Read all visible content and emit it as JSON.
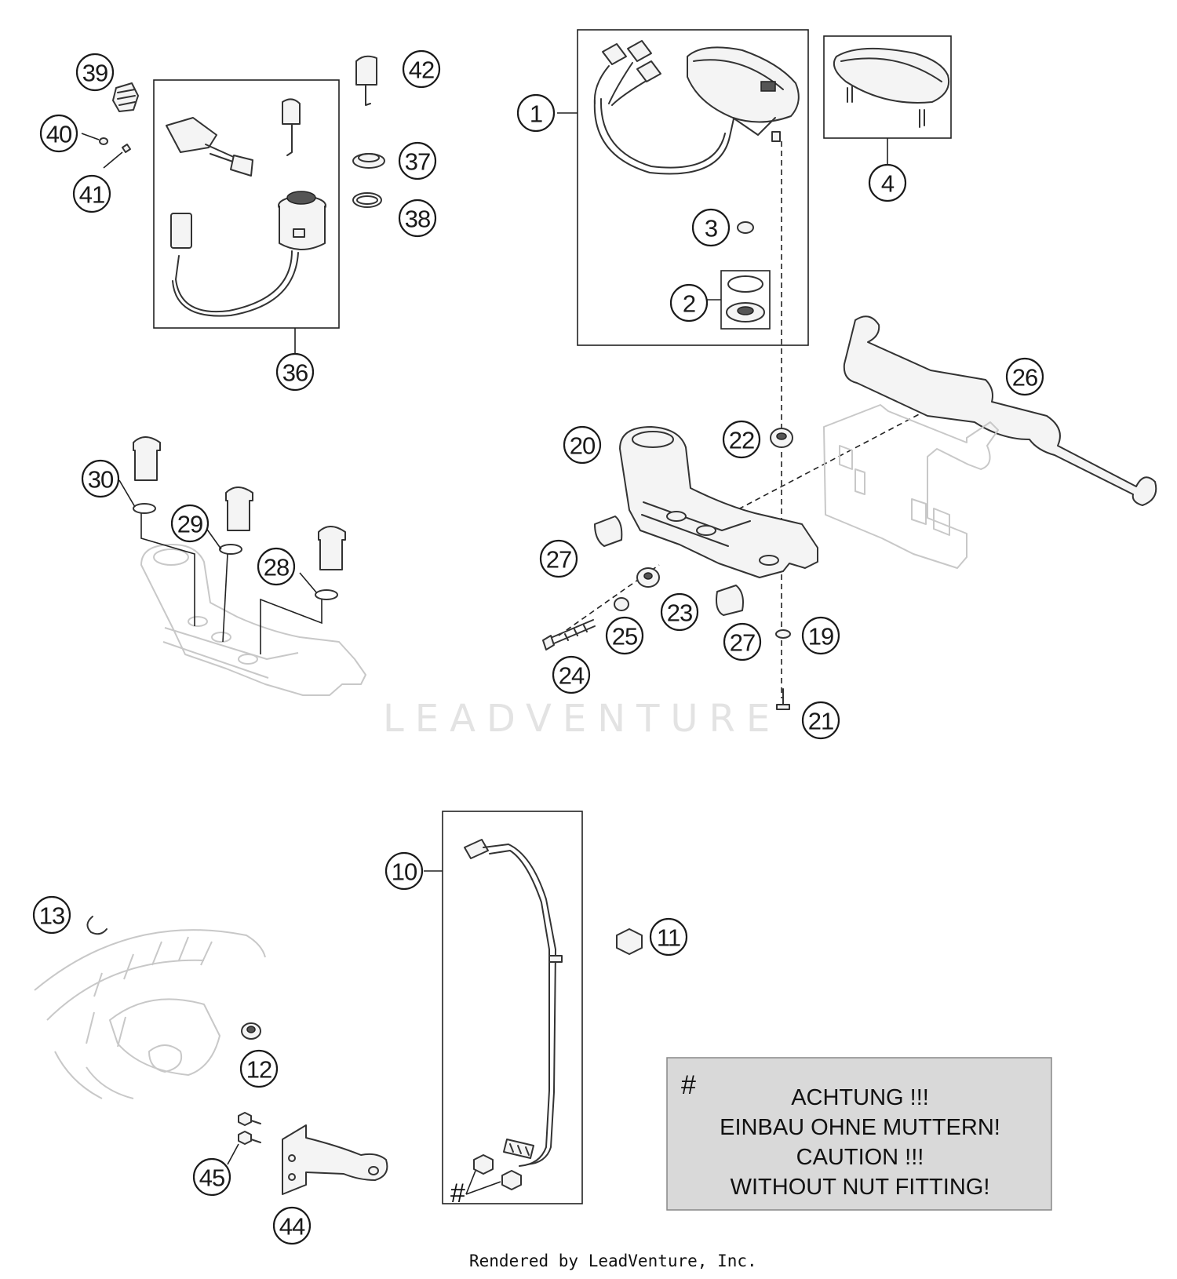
{
  "callouts": [
    {
      "id": "1",
      "label": "1"
    },
    {
      "id": "2",
      "label": "2"
    },
    {
      "id": "3",
      "label": "3"
    },
    {
      "id": "4",
      "label": "4"
    },
    {
      "id": "10",
      "label": "10"
    },
    {
      "id": "11",
      "label": "11"
    },
    {
      "id": "12",
      "label": "12"
    },
    {
      "id": "13",
      "label": "13"
    },
    {
      "id": "19",
      "label": "19"
    },
    {
      "id": "20",
      "label": "20"
    },
    {
      "id": "21",
      "label": "21"
    },
    {
      "id": "22",
      "label": "22"
    },
    {
      "id": "23",
      "label": "23"
    },
    {
      "id": "24",
      "label": "24"
    },
    {
      "id": "25",
      "label": "25"
    },
    {
      "id": "26",
      "label": "26"
    },
    {
      "id": "27a",
      "label": "27"
    },
    {
      "id": "27b",
      "label": "27"
    },
    {
      "id": "28",
      "label": "28"
    },
    {
      "id": "29",
      "label": "29"
    },
    {
      "id": "30",
      "label": "30"
    },
    {
      "id": "36",
      "label": "36"
    },
    {
      "id": "37",
      "label": "37"
    },
    {
      "id": "38",
      "label": "38"
    },
    {
      "id": "39",
      "label": "39"
    },
    {
      "id": "40",
      "label": "40"
    },
    {
      "id": "41",
      "label": "41"
    },
    {
      "id": "42",
      "label": "42"
    },
    {
      "id": "44",
      "label": "44"
    },
    {
      "id": "45",
      "label": "45"
    }
  ],
  "note": {
    "symbol": "#",
    "lines": [
      "ACHTUNG !!!",
      "EINBAU OHNE MUTTERN!",
      "CAUTION !!!",
      "WITHOUT NUT FITTING!"
    ]
  },
  "hash_mark": "#",
  "watermark": "LEADVENTURE",
  "footer": "Rendered by LeadVenture, Inc.",
  "colors": {
    "line": "#222222",
    "note_fill": "#d9d9d9",
    "ghost": "#c8c8c8"
  }
}
